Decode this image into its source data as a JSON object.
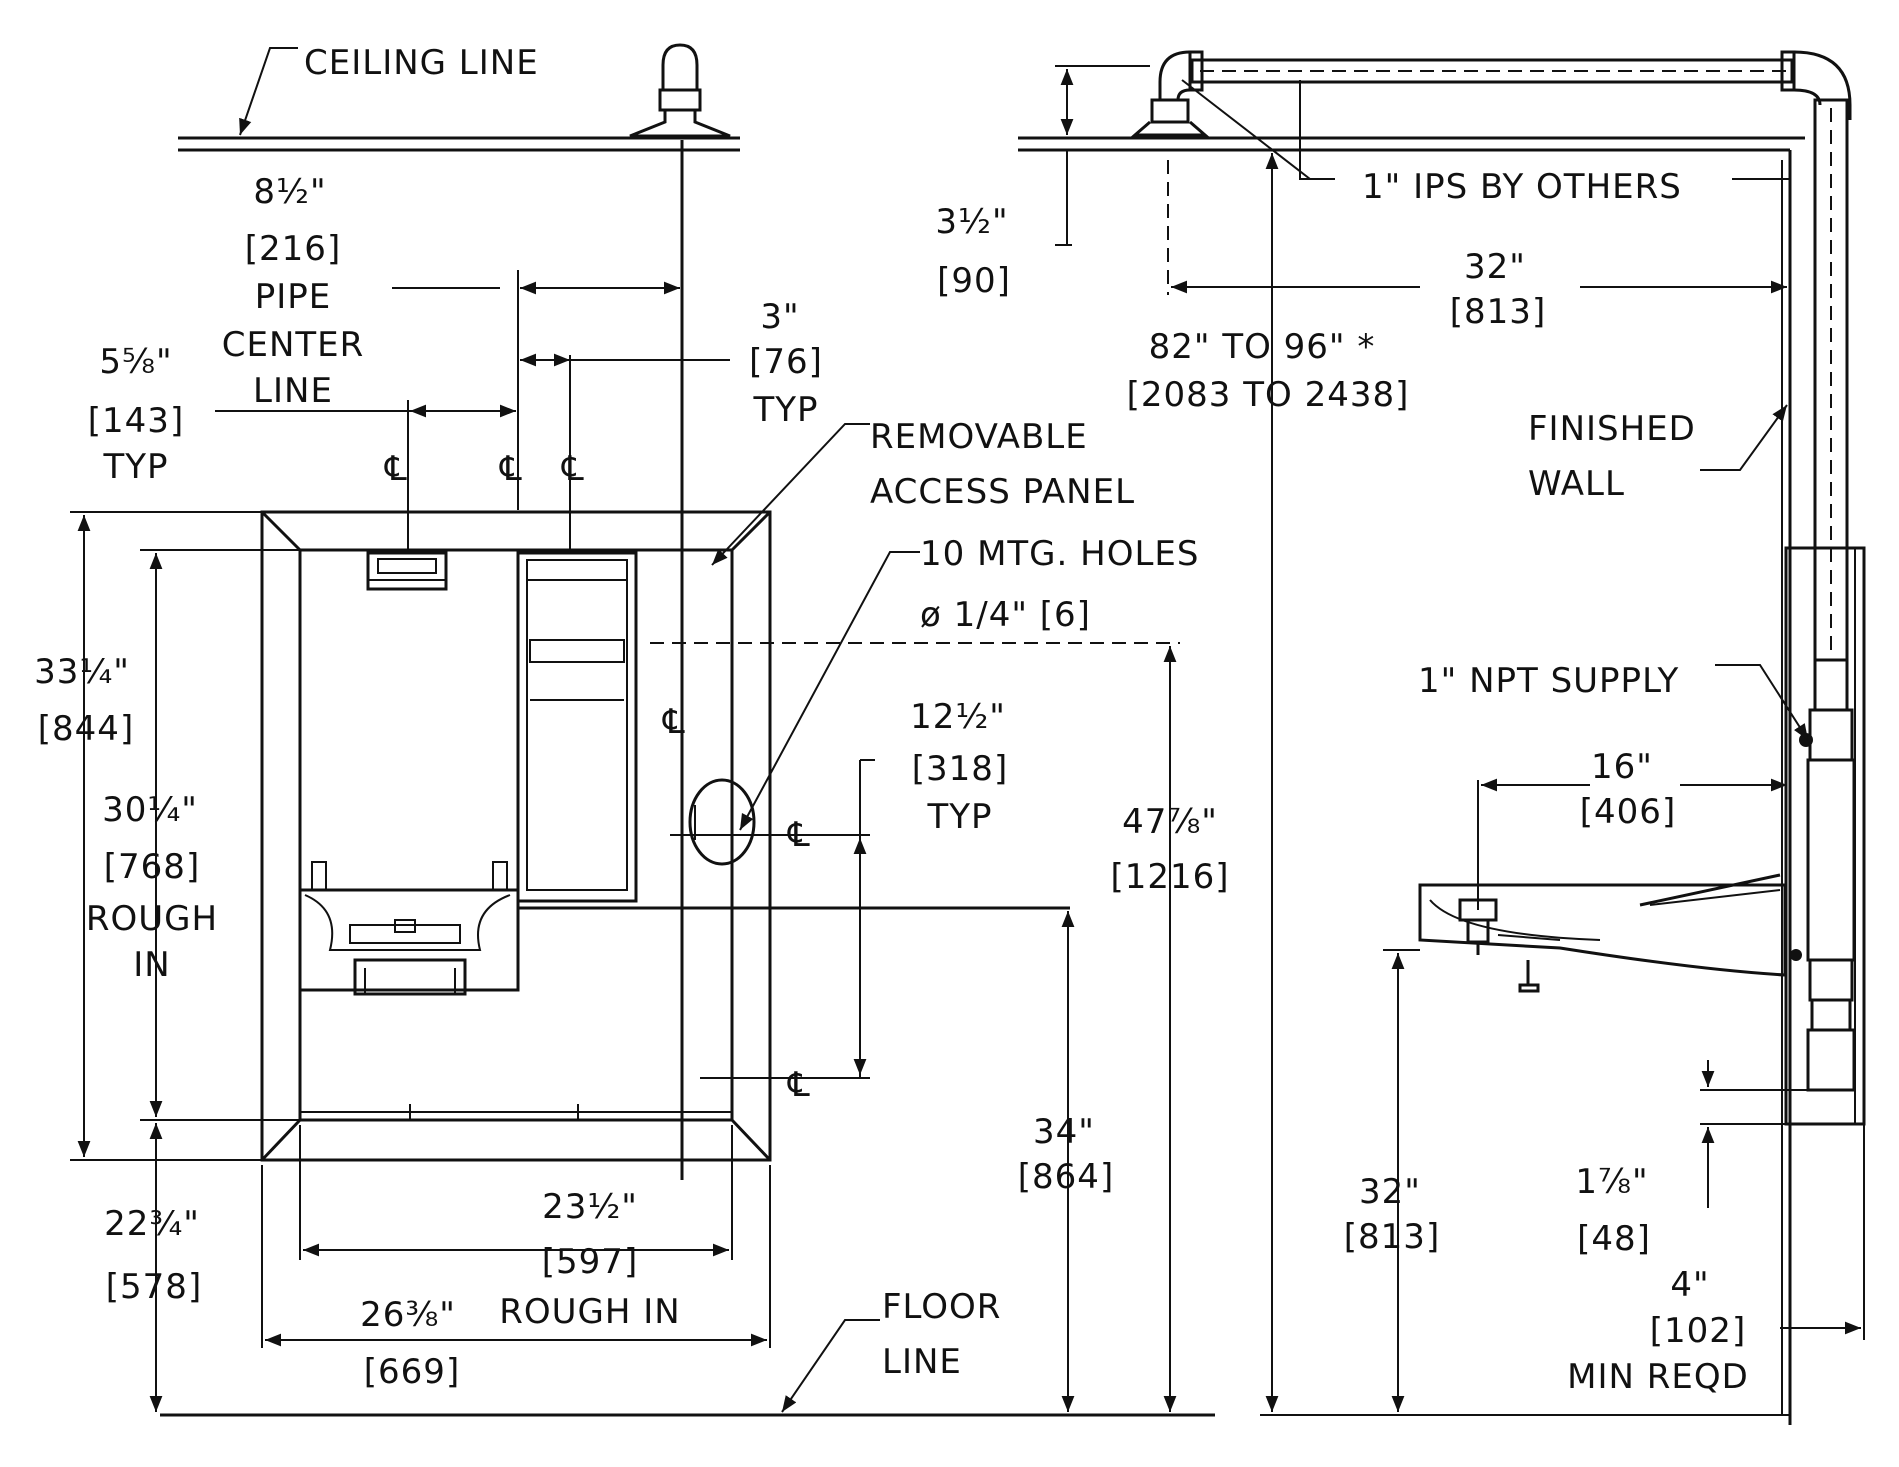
{
  "labels": {
    "ceiling_line": "CEILING LINE",
    "floor_line_1": "FLOOR",
    "floor_line_2": "LINE",
    "pipe_center_1": "PIPE",
    "pipe_center_2": "CENTER",
    "pipe_center_3": "LINE",
    "removable_1": "REMOVABLE",
    "removable_2": "ACCESS PANEL",
    "mtg_holes_1": "10 MTG. HOLES",
    "mtg_holes_2": "ø 1/4\" [6]",
    "ips": "1\" IPS BY OTHERS",
    "finished_1": "FINISHED",
    "finished_2": "WALL",
    "npt": "1\" NPT SUPPLY",
    "centerline": "℄"
  },
  "dimensions": {
    "d_8_5": {
      "imperial": "8½\"",
      "metric": "[216]"
    },
    "d_5_5_8": {
      "imperial": "5⅝\"",
      "metric": "[143]",
      "note": "TYP"
    },
    "d_3": {
      "imperial": "3\"",
      "metric": "[76]",
      "note": "TYP"
    },
    "d_33_25": {
      "imperial": "33¼\"",
      "metric": "[844]"
    },
    "d_30_25": {
      "imperial": "30¼\"",
      "metric": "[768]",
      "note": "ROUGH",
      "note2": "IN"
    },
    "d_22_75": {
      "imperial": "22¾\"",
      "metric": "[578]"
    },
    "d_23_5": {
      "imperial": "23½\"",
      "metric": "[597]",
      "note": "ROUGH IN"
    },
    "d_26_375": {
      "imperial": "26⅜\"",
      "metric": "[669]"
    },
    "d_12_5": {
      "imperial": "12½\"",
      "metric": "[318]",
      "note": "TYP"
    },
    "d_47_875": {
      "imperial": "47⅞\"",
      "metric": "[1216]"
    },
    "d_34": {
      "imperial": "34\"",
      "metric": "[864]"
    },
    "d_3_5": {
      "imperial": "3½\"",
      "metric": "[90]"
    },
    "d_82_96": {
      "imperial": "82\" TO 96\" *",
      "metric": "[2083 TO 2438]"
    },
    "d_32_top": {
      "imperial": "32\"",
      "metric": "[813]"
    },
    "d_16": {
      "imperial": "16\"",
      "metric": "[406]"
    },
    "d_32_side": {
      "imperial": "32\"",
      "metric": "[813]"
    },
    "d_1_875": {
      "imperial": "1⅞\"",
      "metric": "[48]"
    },
    "d_4": {
      "imperial": "4\"",
      "metric": "[102]",
      "note": "MIN REQD"
    }
  }
}
